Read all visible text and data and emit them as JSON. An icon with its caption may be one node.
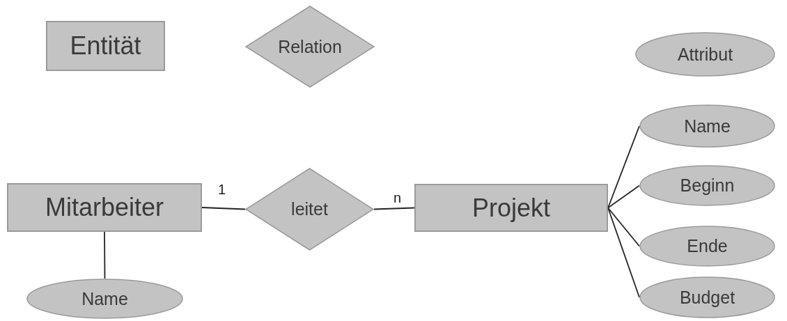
{
  "diagram": {
    "nodes": [
      {
        "text": [
          "Entität"
        ]
      },
      {
        "text": [
          "Relation"
        ]
      },
      {
        "text": [
          "Attribut"
        ]
      },
      {
        "text": [
          "Mitarbeiter"
        ]
      },
      {
        "text": [
          "leitet"
        ]
      },
      {
        "text": [
          "Projekt"
        ]
      },
      {
        "text": [
          "Name"
        ]
      },
      {
        "text": [
          "Beginn"
        ]
      },
      {
        "text": [
          "Ende"
        ]
      },
      {
        "text": [
          "Budget"
        ]
      },
      {
        "text": [
          "Name"
        ]
      }
    ],
    "edges": [
      {
        "from": 3,
        "to": 4,
        "arrow": "none",
        "label": "1"
      },
      {
        "from": 4,
        "to": 5,
        "arrow": "none",
        "label": "n"
      },
      {
        "from": 5,
        "to": 6,
        "arrow": "none"
      },
      {
        "from": 5,
        "to": 7,
        "arrow": "none"
      },
      {
        "from": 5,
        "to": 8,
        "arrow": "none"
      },
      {
        "from": 5,
        "to": 9,
        "arrow": "none"
      },
      {
        "from": 3,
        "to": 10,
        "arrow": "none"
      }
    ]
  }
}
